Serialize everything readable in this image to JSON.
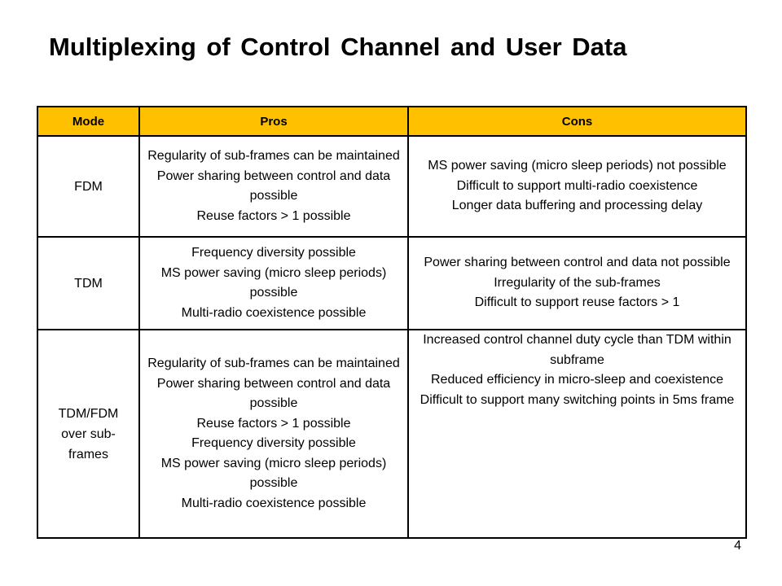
{
  "title": "Multiplexing of Control Channel and User Data",
  "table": {
    "headers": [
      "Mode",
      "Pros",
      "Cons"
    ],
    "rows": [
      {
        "mode": "FDM",
        "pros": [
          "Regularity of sub-frames can be maintained",
          "Power sharing between control and data possible",
          "Reuse factors > 1 possible"
        ],
        "cons": [
          "MS power saving (micro sleep periods) not possible",
          "Difficult to support multi-radio coexistence",
          "Longer data buffering and processing delay"
        ]
      },
      {
        "mode": "TDM",
        "pros": [
          "Frequency diversity possible",
          "MS power saving (micro sleep periods) possible",
          "Multi-radio coexistence possible"
        ],
        "cons": [
          "Power sharing between control and data not possible",
          "Irregularity of the sub-frames",
          "Difficult to support reuse factors > 1"
        ]
      },
      {
        "mode": "TDM/FDM over sub-frames",
        "pros": [
          "Regularity of sub-frames can be maintained",
          "Power sharing between control and data possible",
          "Reuse factors > 1 possible",
          "Frequency diversity possible",
          "MS power saving (micro sleep periods) possible",
          "Multi-radio coexistence possible"
        ],
        "cons": [
          "Increased control channel duty cycle than TDM within subframe",
          "Reduced efficiency in micro-sleep and coexistence",
          "Difficult to support many switching points in 5ms frame"
        ]
      }
    ]
  },
  "page_number": "4",
  "colors": {
    "header_fill": "#FFC000"
  }
}
